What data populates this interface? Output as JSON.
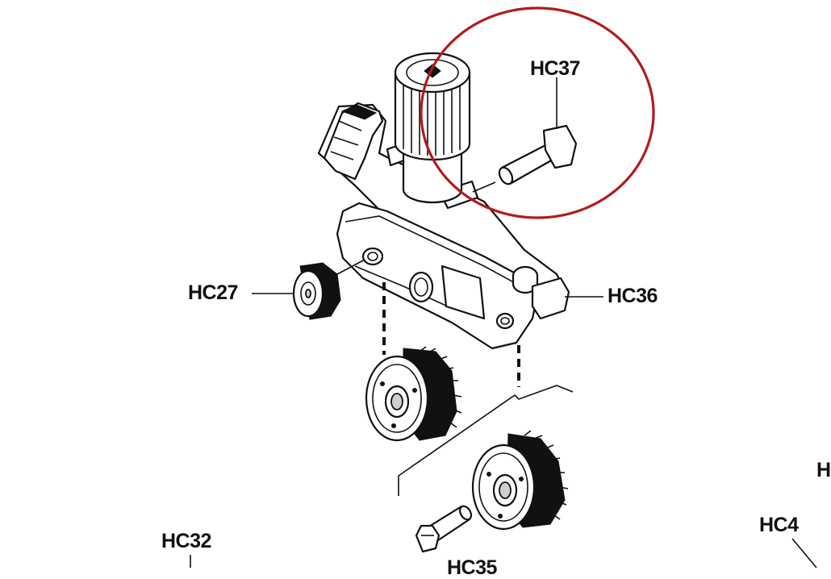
{
  "callouts": {
    "hc37": "HC37",
    "hc27": "HC27",
    "hc36": "HC36",
    "hc32": "HC32",
    "hc4": "HC4",
    "hc35": "HC35",
    "edge_h": "H"
  },
  "colors": {
    "highlight_circle": "#b01c1c",
    "line": "#111111"
  }
}
